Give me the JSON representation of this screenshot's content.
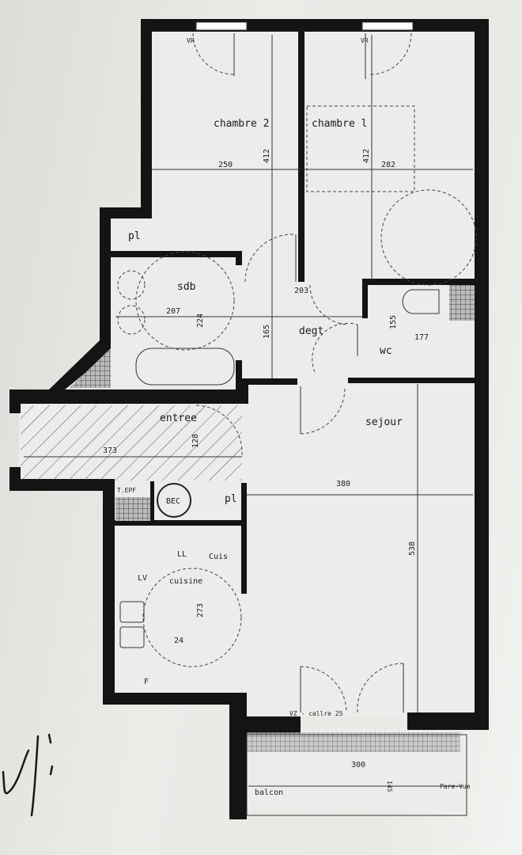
{
  "rooms": {
    "chambre2": "chambre 2",
    "chambre1": "chambre l",
    "pl_top": "pl",
    "sdb": "sdb",
    "degt": "degt",
    "wc": "wc",
    "entree": "entree",
    "tepf": "T.EPF",
    "bec": "BEC",
    "pl_mid": "pl",
    "ll": "LL",
    "cuis": "Cuis",
    "lv": "LV",
    "cuisine": "cuisine",
    "f": "F",
    "sejour": "sejour",
    "balcon": "balcon",
    "pare_vue": "Pare-Vue",
    "vr_left": "VR",
    "vr_right": "VR",
    "baie": "VZ - callre 25"
  },
  "dimensions": {
    "ch2_width": "250",
    "ch2_depth": "412",
    "ch1_depth": "412",
    "ch1_width": "282",
    "sdb_width": "207",
    "sdb_depth": "224",
    "degt_width": "203",
    "degt_depth": "165",
    "wc_depth": "155",
    "wc_width": "177",
    "entree_width": "373",
    "entree_depth": "128",
    "cuisine_depth": "273",
    "cuisine_width": "24",
    "sejour_width": "380",
    "sejour_depth": "538",
    "balcon_width": "300",
    "balcon_depth": "145"
  },
  "colors": {
    "wall": "#141414",
    "paper": "#e8e8e5"
  }
}
